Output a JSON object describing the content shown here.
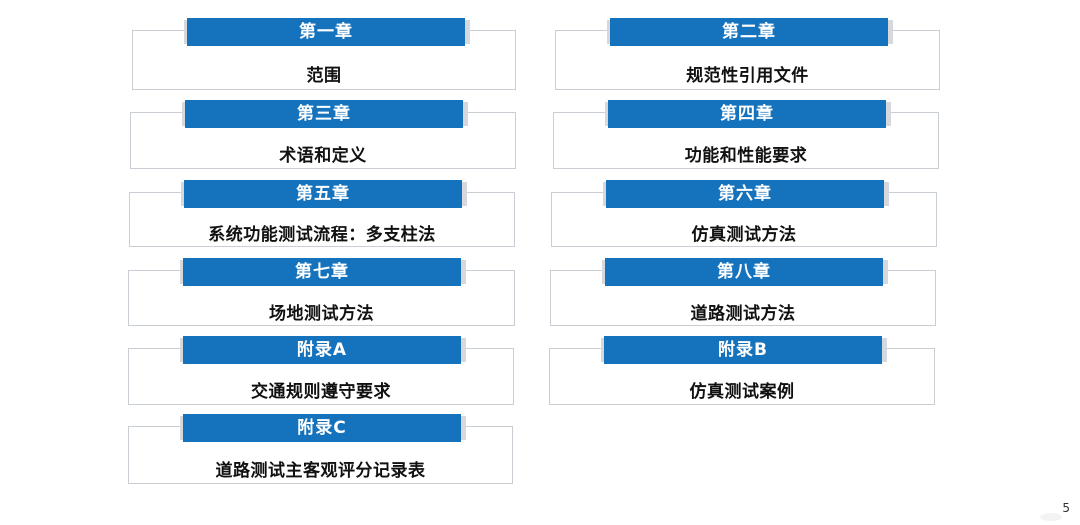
{
  "chapters": [
    {
      "tab": "第一章",
      "title": "范围"
    },
    {
      "tab": "第二章",
      "title": "规范性引用文件"
    },
    {
      "tab": "第三章",
      "title": "术语和定义"
    },
    {
      "tab": "第四章",
      "title": "功能和性能要求"
    },
    {
      "tab": "第五章",
      "title": "系统功能测试流程：多支柱法"
    },
    {
      "tab": "第六章",
      "title": "仿真测试方法"
    },
    {
      "tab": "第七章",
      "title": "场地测试方法"
    },
    {
      "tab": "第八章",
      "title": "道路测试方法"
    },
    {
      "tab": "附录A",
      "title": "交通规则遵守要求"
    },
    {
      "tab": "附录B",
      "title": "仿真测试案例"
    },
    {
      "tab": "附录C",
      "title": "道路测试主客观评分记录表"
    }
  ],
  "page_number": "5",
  "colors": {
    "tab_background": "#1572bd",
    "tab_text": "#ffffff",
    "border": "#c8ced4",
    "title_text": "#111111"
  }
}
